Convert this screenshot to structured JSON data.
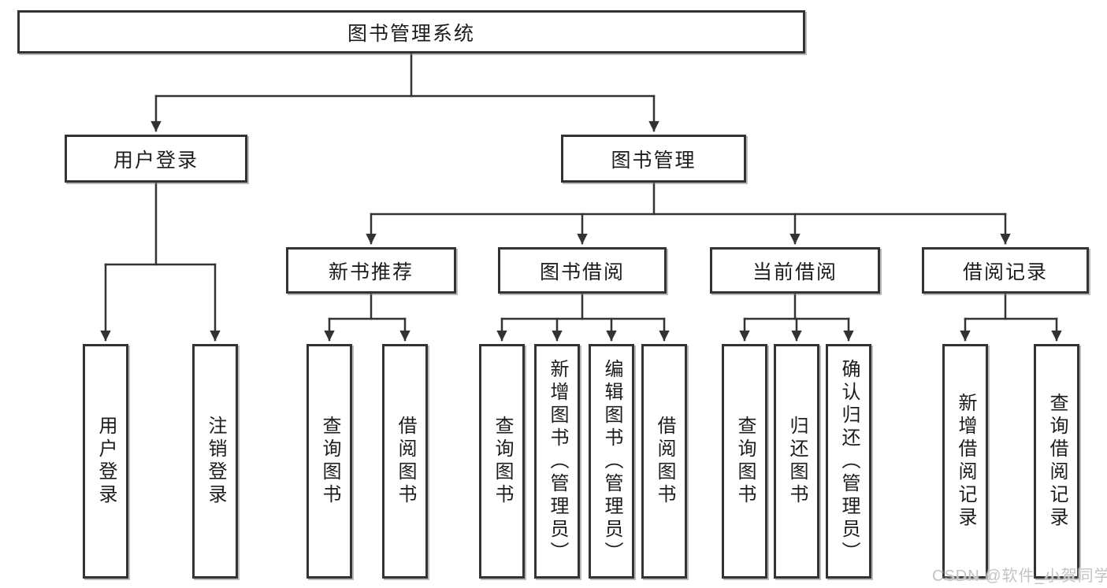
{
  "diagram": {
    "root": {
      "label": "图书管理系统"
    },
    "branches": [
      {
        "label": "用户登录",
        "children": [
          {
            "label": "用户登录"
          },
          {
            "label": "注销登录"
          }
        ]
      },
      {
        "label": "图书管理",
        "children": [
          {
            "label": "新书推荐",
            "children": [
              {
                "label": "查询图书"
              },
              {
                "label": "借阅图书"
              }
            ]
          },
          {
            "label": "图书借阅",
            "children": [
              {
                "label": "查询图书"
              },
              {
                "label": "新增图书（管理员）"
              },
              {
                "label": "编辑图书（管理员）"
              },
              {
                "label": "借阅图书"
              }
            ]
          },
          {
            "label": "当前借阅",
            "children": [
              {
                "label": "查询图书"
              },
              {
                "label": "归还图书"
              },
              {
                "label": "确认归还（管理员）"
              }
            ]
          },
          {
            "label": "借阅记录",
            "children": [
              {
                "label": "新增借阅记录"
              },
              {
                "label": "查询借阅记录"
              }
            ]
          }
        ]
      }
    ]
  },
  "watermark": {
    "text": "CSDN @软件_小贺同学"
  },
  "colors": {
    "line": "#333333",
    "box_border": "#333333",
    "box_background": "#ffffff",
    "text": "#1c1c1c",
    "watermark": "#c3c3c3",
    "page_background": "#ffffff"
  }
}
